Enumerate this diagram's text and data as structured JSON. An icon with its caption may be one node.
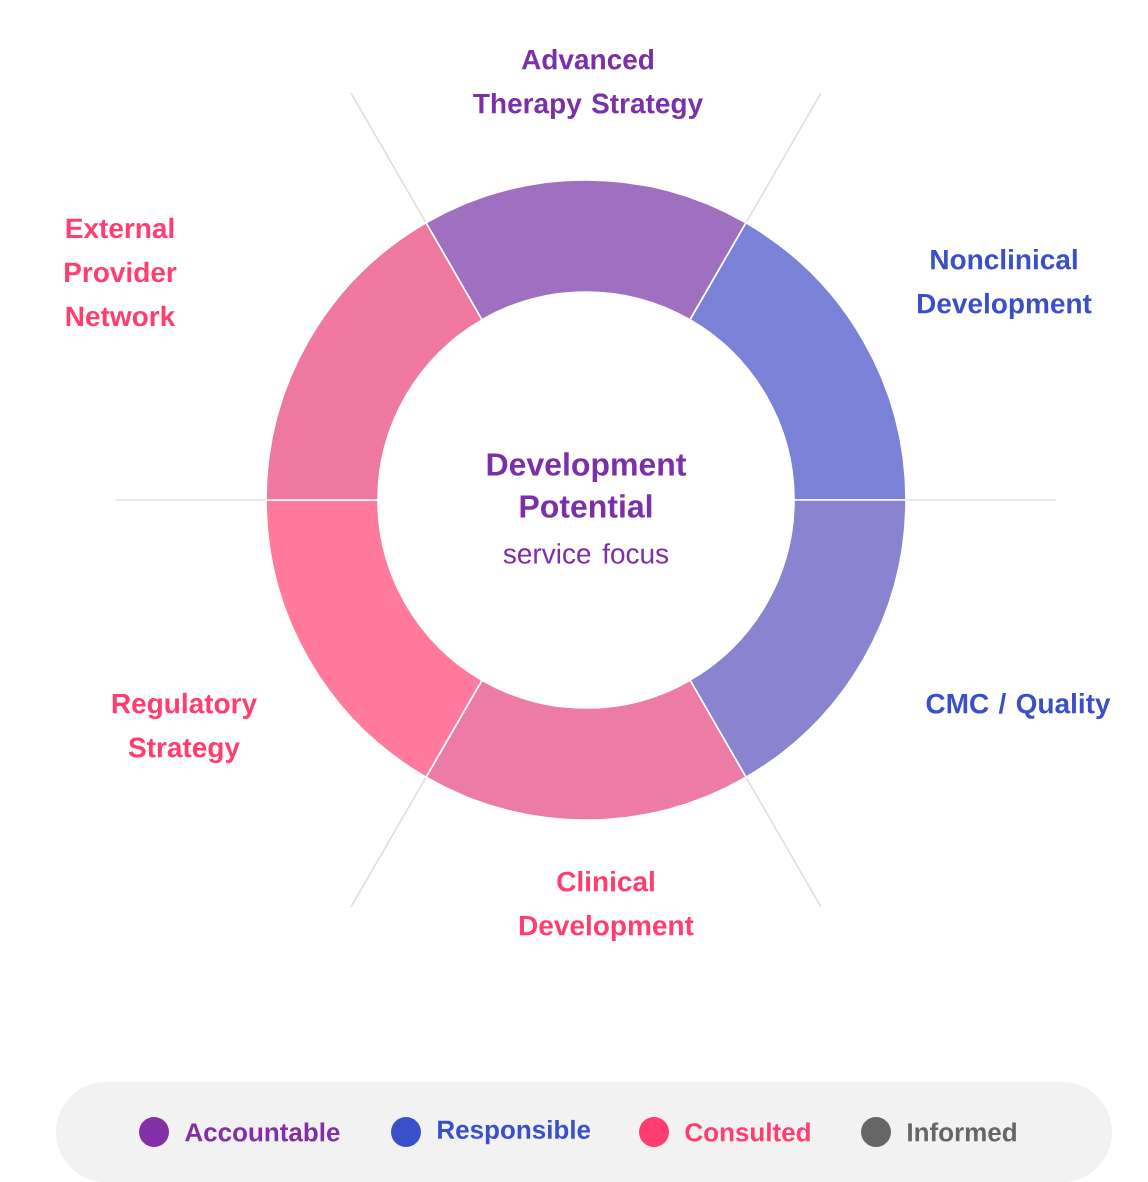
{
  "diagram": {
    "nodes": [
      {
        "text": [
          "Development Potential",
          "service focus"
        ]
      },
      {
        "text": [
          "Advanced Therapy Strategy"
        ]
      },
      {
        "text": [
          "Nonclinical Development"
        ]
      },
      {
        "text": [
          "CMC / Quality"
        ]
      },
      {
        "text": [
          "Clinical Development"
        ]
      },
      {
        "text": [
          "Regulatory Strategy"
        ]
      },
      {
        "text": [
          "External Provider Network"
        ]
      }
    ],
    "legend": [
      {
        "text": "Accountable",
        "color": "#8330a8"
      },
      {
        "text": "Responsible",
        "color": "#3a50c8"
      },
      {
        "text": "Consulted",
        "color": "#ff3d70"
      },
      {
        "text": "Informed",
        "color": "#666666"
      }
    ]
  }
}
